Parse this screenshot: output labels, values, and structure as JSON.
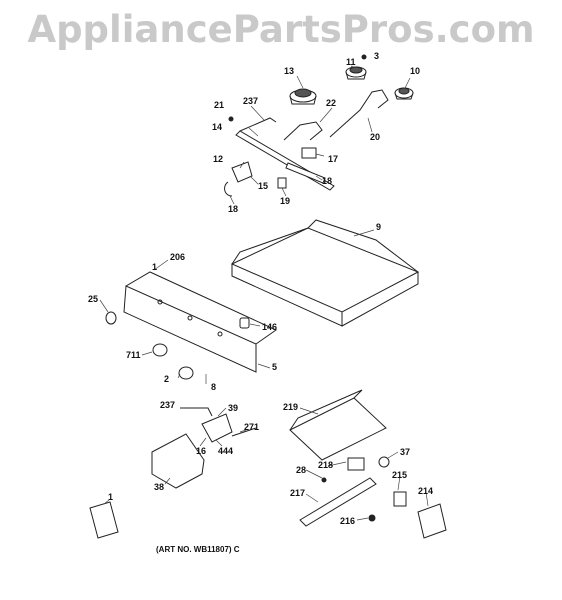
{
  "watermark": "AppliancePartsPros.com",
  "art_number": "(ART NO. WB11807) C",
  "callouts": {
    "c3": "3",
    "c11": "11",
    "c13": "13",
    "c10": "10",
    "c237a": "237",
    "c22": "22",
    "c21": "21",
    "c14": "14",
    "c20": "20",
    "c17": "17",
    "c12": "12",
    "c15": "15",
    "c18a": "18",
    "c19": "19",
    "c18b": "18",
    "c9": "9",
    "c206": "206",
    "c1a": "1",
    "c25": "25",
    "c146": "146",
    "c711": "711",
    "c5": "5",
    "c2": "2",
    "c8": "8",
    "c237b": "237",
    "c39": "39",
    "c219": "219",
    "c271": "271",
    "c16": "16",
    "c444": "444",
    "c37": "37",
    "c38": "38",
    "c28": "28",
    "c218": "218",
    "c215": "215",
    "c217": "217",
    "c214": "214",
    "c216": "216",
    "c1b": "1"
  }
}
